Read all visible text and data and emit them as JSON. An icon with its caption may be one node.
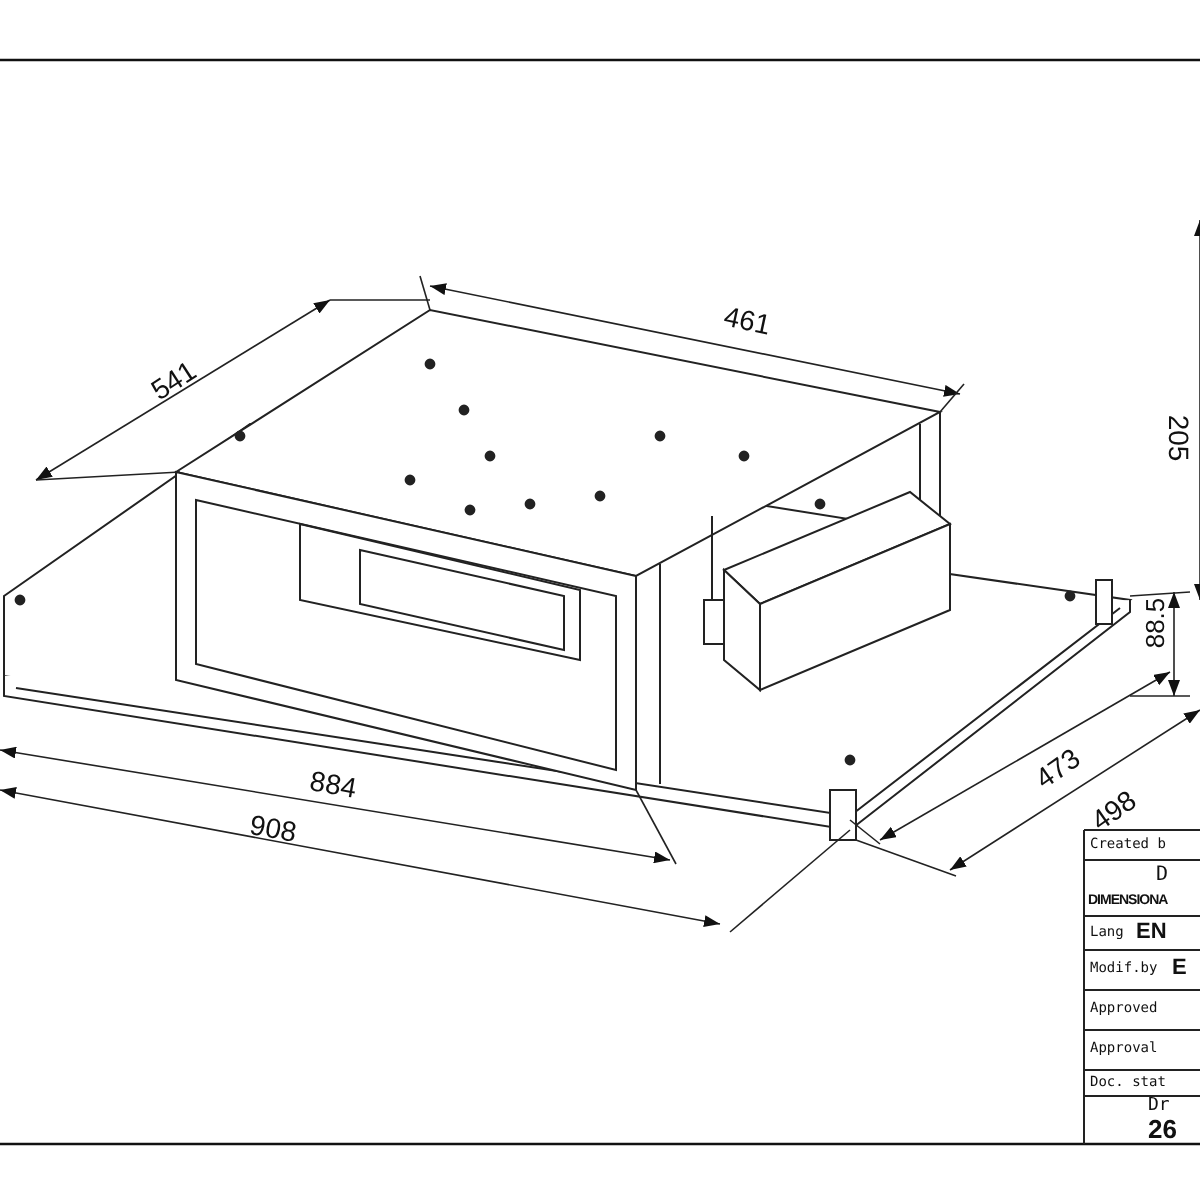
{
  "diagram": {
    "labels": [
      "461",
      "541",
      "205",
      "88.5",
      "884",
      "473",
      "908",
      "498",
      "Created b",
      "D",
      "DIMENSIONA",
      "Lang",
      "EN",
      "Modif.by",
      "E",
      "Approved",
      "Approval",
      "Doc. stat",
      "Dr",
      "26"
    ]
  }
}
